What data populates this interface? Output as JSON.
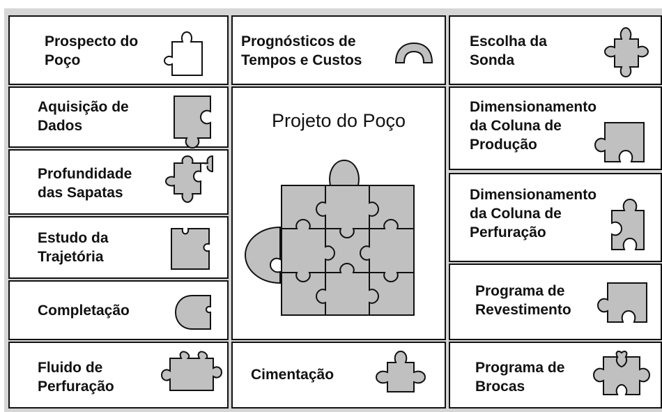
{
  "colors": {
    "piece_fill": "#c0c0c0",
    "outline": "#111111",
    "background": "#d6d6d6"
  },
  "center": {
    "title": "Projeto do Poço"
  },
  "left_column": [
    {
      "label": "Prospecto do\nPoço",
      "icon": "puzzle-piece-icon"
    },
    {
      "label": "Aquisição de\nDados",
      "icon": "puzzle-piece-icon"
    },
    {
      "label": "Profundidade\ndas Sapatas",
      "icon": "puzzle-piece-icon"
    },
    {
      "label": "Estudo da\nTrajetória",
      "icon": "puzzle-piece-icon"
    },
    {
      "label": "Completação",
      "icon": "puzzle-piece-icon"
    },
    {
      "label": "Fluido de\nPerfuração",
      "icon": "puzzle-piece-icon"
    }
  ],
  "middle_column": [
    {
      "label": "Prognósticos de\nTempos e Custos",
      "icon": "arch-piece-icon"
    },
    {
      "label": "Cimentação",
      "icon": "puzzle-piece-icon"
    }
  ],
  "right_column": [
    {
      "label": "Escolha da\nSonda",
      "icon": "puzzle-piece-icon"
    },
    {
      "label": "Dimensionamento\nda Coluna de\nProdução",
      "icon": "puzzle-piece-icon"
    },
    {
      "label": "Dimensionamento\nda Coluna de\nPerfuração",
      "icon": "puzzle-piece-icon"
    },
    {
      "label": "Programa de\nRevestimento",
      "icon": "puzzle-piece-icon"
    },
    {
      "label": "Programa de\nBrocas",
      "icon": "puzzle-piece-icon"
    }
  ]
}
